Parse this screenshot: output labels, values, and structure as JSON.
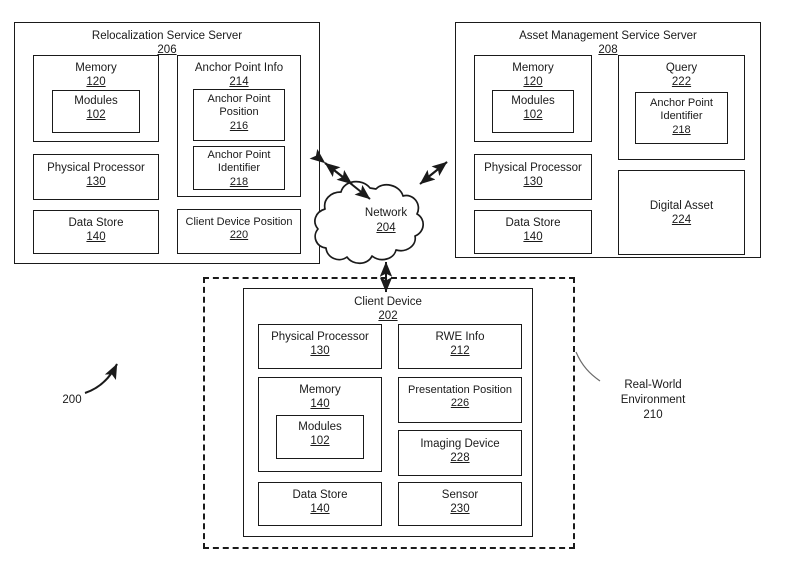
{
  "figure": {
    "label": "200"
  },
  "relocalization_server": {
    "title": "Relocalization Service Server",
    "ref": "206",
    "memory": {
      "title": "Memory",
      "ref": "120"
    },
    "modules": {
      "title": "Modules",
      "ref": "102"
    },
    "physical_processor": {
      "title": "Physical Processor",
      "ref": "130"
    },
    "data_store": {
      "title": "Data Store",
      "ref": "140"
    },
    "anchor_point_info": {
      "title": "Anchor Point Info",
      "ref": "214"
    },
    "anchor_point_position": {
      "title": "Anchor Point Position",
      "ref": "216"
    },
    "anchor_point_identifier": {
      "title": "Anchor Point Identifier",
      "ref": "218"
    },
    "client_device_position": {
      "title": "Client Device Position",
      "ref": "220"
    }
  },
  "asset_server": {
    "title": "Asset Management Service Server",
    "ref": "208",
    "memory": {
      "title": "Memory",
      "ref": "120"
    },
    "modules": {
      "title": "Modules",
      "ref": "102"
    },
    "physical_processor": {
      "title": "Physical Processor",
      "ref": "130"
    },
    "data_store": {
      "title": "Data Store",
      "ref": "140"
    },
    "query": {
      "title": "Query",
      "ref": "222"
    },
    "anchor_point_identifier": {
      "title": "Anchor Point Identifier",
      "ref": "218"
    },
    "digital_asset": {
      "title": "Digital Asset",
      "ref": "224"
    }
  },
  "network": {
    "title": "Network",
    "ref": "204"
  },
  "real_world_environment": {
    "title_line1": "Real-World",
    "title_line2": "Environment",
    "ref": "210"
  },
  "client_device": {
    "title": "Client Device",
    "ref": "202",
    "physical_processor": {
      "title": "Physical Processor",
      "ref": "130"
    },
    "rwe_info": {
      "title": "RWE Info",
      "ref": "212"
    },
    "memory": {
      "title": "Memory",
      "ref": "140"
    },
    "modules": {
      "title": "Modules",
      "ref": "102"
    },
    "presentation_position": {
      "title": "Presentation Position",
      "ref": "226"
    },
    "imaging_device": {
      "title": "Imaging Device",
      "ref": "228"
    },
    "data_store": {
      "title": "Data Store",
      "ref": "140"
    },
    "sensor": {
      "title": "Sensor",
      "ref": "230"
    }
  }
}
